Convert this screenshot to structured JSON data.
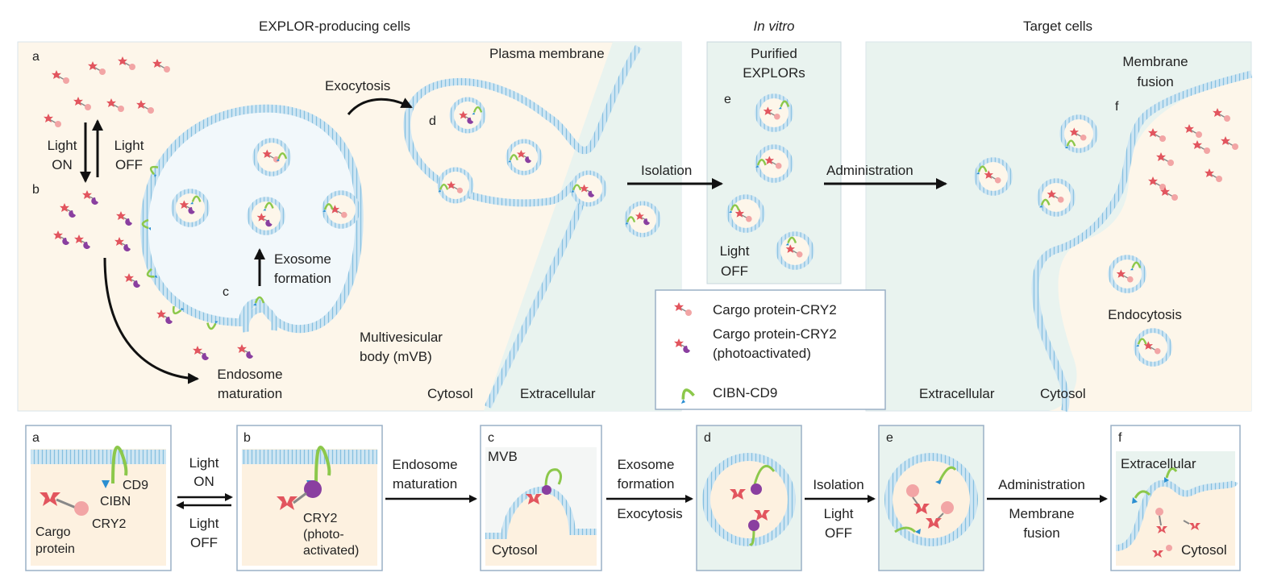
{
  "headers": {
    "producing": "EXPLOR-producing cells",
    "invitro": "In vitro",
    "target": "Target cells"
  },
  "top": {
    "panel_letters": {
      "a": "a",
      "b": "b",
      "c": "c",
      "d": "d",
      "e": "e",
      "f": "f"
    },
    "light_on": [
      "Light",
      "ON"
    ],
    "light_off": [
      "Light",
      "OFF"
    ],
    "endosome_maturation": [
      "Endosome",
      "maturation"
    ],
    "exosome_formation": [
      "Exosome",
      "formation"
    ],
    "multivesicular": [
      "Multivesicular",
      "body (mVB)"
    ],
    "exocytosis": "Exocytosis",
    "plasma_membrane": "Plasma membrane",
    "cytosol_left": "Cytosol",
    "extracellular_left": "Extracellular",
    "isolation": "Isolation",
    "purified": [
      "Purified",
      "EXPLORs"
    ],
    "light_off_e": [
      "Light",
      "OFF"
    ],
    "administration": "Administration",
    "membrane_fusion": [
      "Membrane",
      "fusion"
    ],
    "endocytosis": "Endocytosis",
    "extracellular_right": "Extracellular",
    "cytosol_right": "Cytosol"
  },
  "legend": {
    "item1": "Cargo protein-CRY2",
    "item2": [
      "Cargo protein-CRY2",
      "(photoactivated)"
    ],
    "item3": "CIBN-CD9"
  },
  "bottom": {
    "a": {
      "letter": "a",
      "cd9": "CD9",
      "cibn": "CIBN",
      "cry2": "CRY2",
      "cargo": [
        "Cargo",
        "protein"
      ]
    },
    "light_on": [
      "Light",
      "ON"
    ],
    "light_off": [
      "Light",
      "OFF"
    ],
    "b": {
      "letter": "b",
      "cry2": [
        "CRY2",
        "(photo-",
        "activated)"
      ]
    },
    "endosome_maturation": [
      "Endosome",
      "maturation"
    ],
    "c": {
      "letter": "c",
      "mvb": "MVB",
      "cytosol": "Cytosol"
    },
    "exosome_formation": [
      "Exosome",
      "formation"
    ],
    "exocytosis": "Exocytosis",
    "d": {
      "letter": "d"
    },
    "isolation": "Isolation",
    "light_off_e": [
      "Light",
      "OFF"
    ],
    "e": {
      "letter": "e"
    },
    "administration": "Administration",
    "membrane_fusion": [
      "Membrane",
      "fusion"
    ],
    "f": {
      "letter": "f",
      "extracellular": "Extracellular",
      "cytosol": "Cytosol"
    }
  },
  "colors": {
    "cytosol_bg": "#fdf6ea",
    "extracellular_bg": "#e9f3ef",
    "membrane": "#8fc6e4",
    "cargo_star": "#e2555e",
    "cry2": "#f2a5a5",
    "cry2_active": "#8a3fa0",
    "cibn_cd9": "#8cc84b",
    "cibn_tip": "#2b8fd1",
    "panel_border": "#9ab0c6"
  }
}
